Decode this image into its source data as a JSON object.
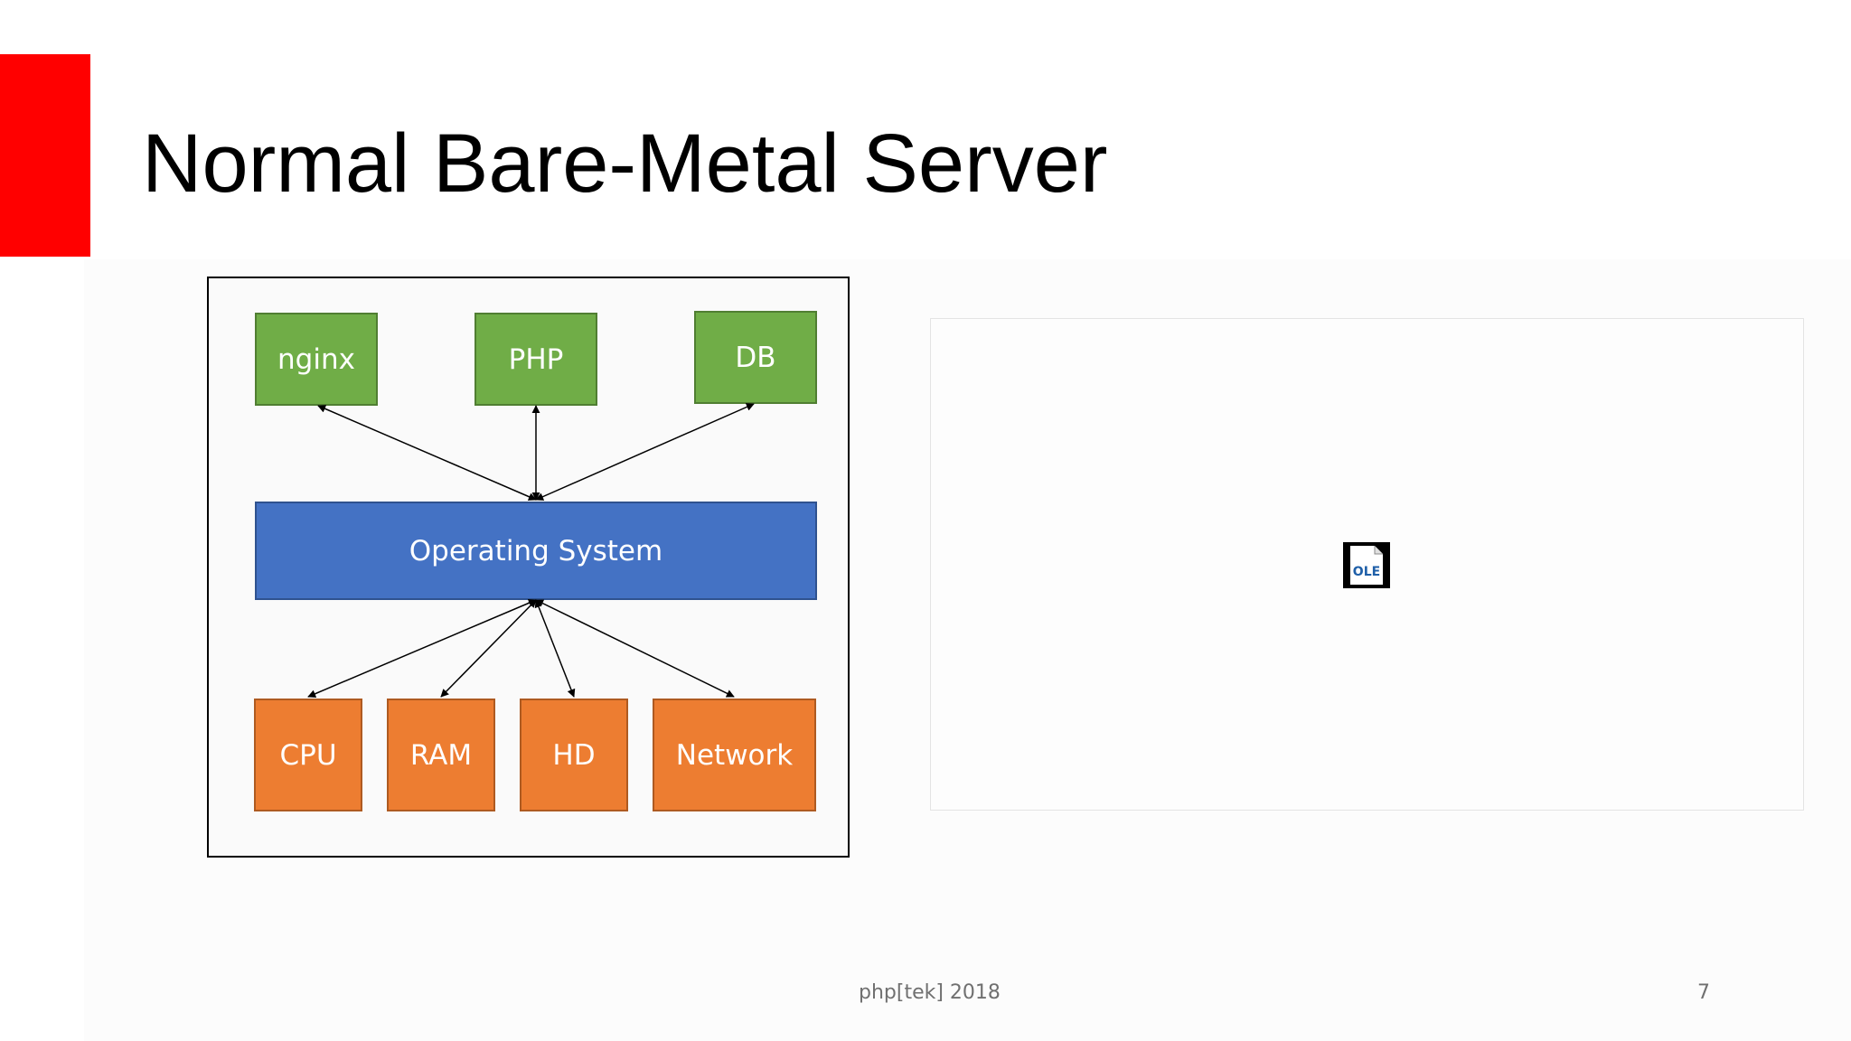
{
  "slide": {
    "title": "Normal Bare-Metal Server",
    "footer": "php[tek] 2018",
    "page_number": "7"
  },
  "diagram": {
    "apps": [
      "nginx",
      "PHP",
      "DB"
    ],
    "os": "Operating System",
    "hardware": [
      "CPU",
      "RAM",
      "HD",
      "Network"
    ]
  },
  "ole": {
    "icon": "ole-object-icon",
    "label": "OLE"
  },
  "colors": {
    "accent": "#ff0000",
    "app": "#70ad47",
    "os": "#4472c4",
    "hardware": "#ed7d31"
  }
}
